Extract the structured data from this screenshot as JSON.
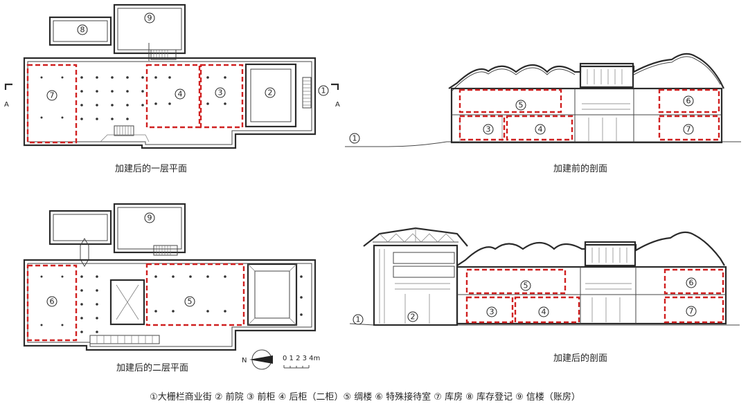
{
  "captions": {
    "plan1": "加建后的一层平面",
    "section1": "加建前的剖面",
    "plan2": "加建后的二层平面",
    "section2": "加建后的剖面"
  },
  "section_marker": "A",
  "compass": "N",
  "scale_ticks": "0 1 2 3 4m",
  "room_numbers": {
    "n1": "1",
    "n2": "2",
    "n3": "3",
    "n4": "4",
    "n5": "5",
    "n6": "6",
    "n7": "7",
    "n8": "8",
    "n9": "9"
  },
  "legend": "①大栅栏商业街 ② 前院 ③ 前柜 ④ 后柜（二柜）⑤ 绸楼 ⑥ 特殊接待室 ⑦ 库房 ⑧ 库存登记 ⑨ 信楼（账房）",
  "colors": {
    "highlight": "#d02020",
    "line": "#2b2b2b"
  }
}
